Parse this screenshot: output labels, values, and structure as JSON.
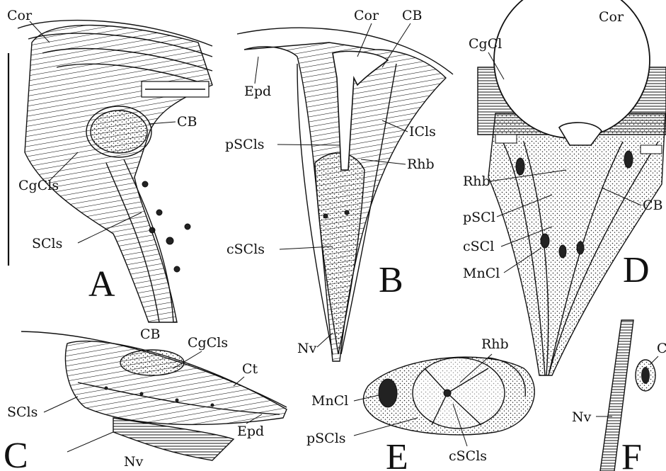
{
  "panels": [
    {
      "id": "A",
      "letter": "A",
      "labels": [
        "Cor",
        "CB",
        "CgCls",
        "SCls"
      ]
    },
    {
      "id": "B",
      "letter": "B",
      "labels": [
        "Cor",
        "CB",
        "Epd",
        "ICls",
        "pSCls",
        "Rhb",
        "cSCls",
        "Nv"
      ]
    },
    {
      "id": "C",
      "letter": "C",
      "labels": [
        "CB",
        "CgCls",
        "Ct",
        "SCls",
        "Nv",
        "Epd"
      ]
    },
    {
      "id": "D",
      "letter": "D",
      "labels": [
        "Cor",
        "CgCl",
        "Rhb",
        "CB",
        "pSCl",
        "cSCl",
        "MnCl"
      ]
    },
    {
      "id": "E",
      "letter": "E",
      "labels": [
        "Rhb",
        "MnCl",
        "pSCls",
        "cSCls"
      ]
    },
    {
      "id": "F",
      "letter": "F",
      "labels": [
        "Nv",
        "C"
      ]
    }
  ]
}
